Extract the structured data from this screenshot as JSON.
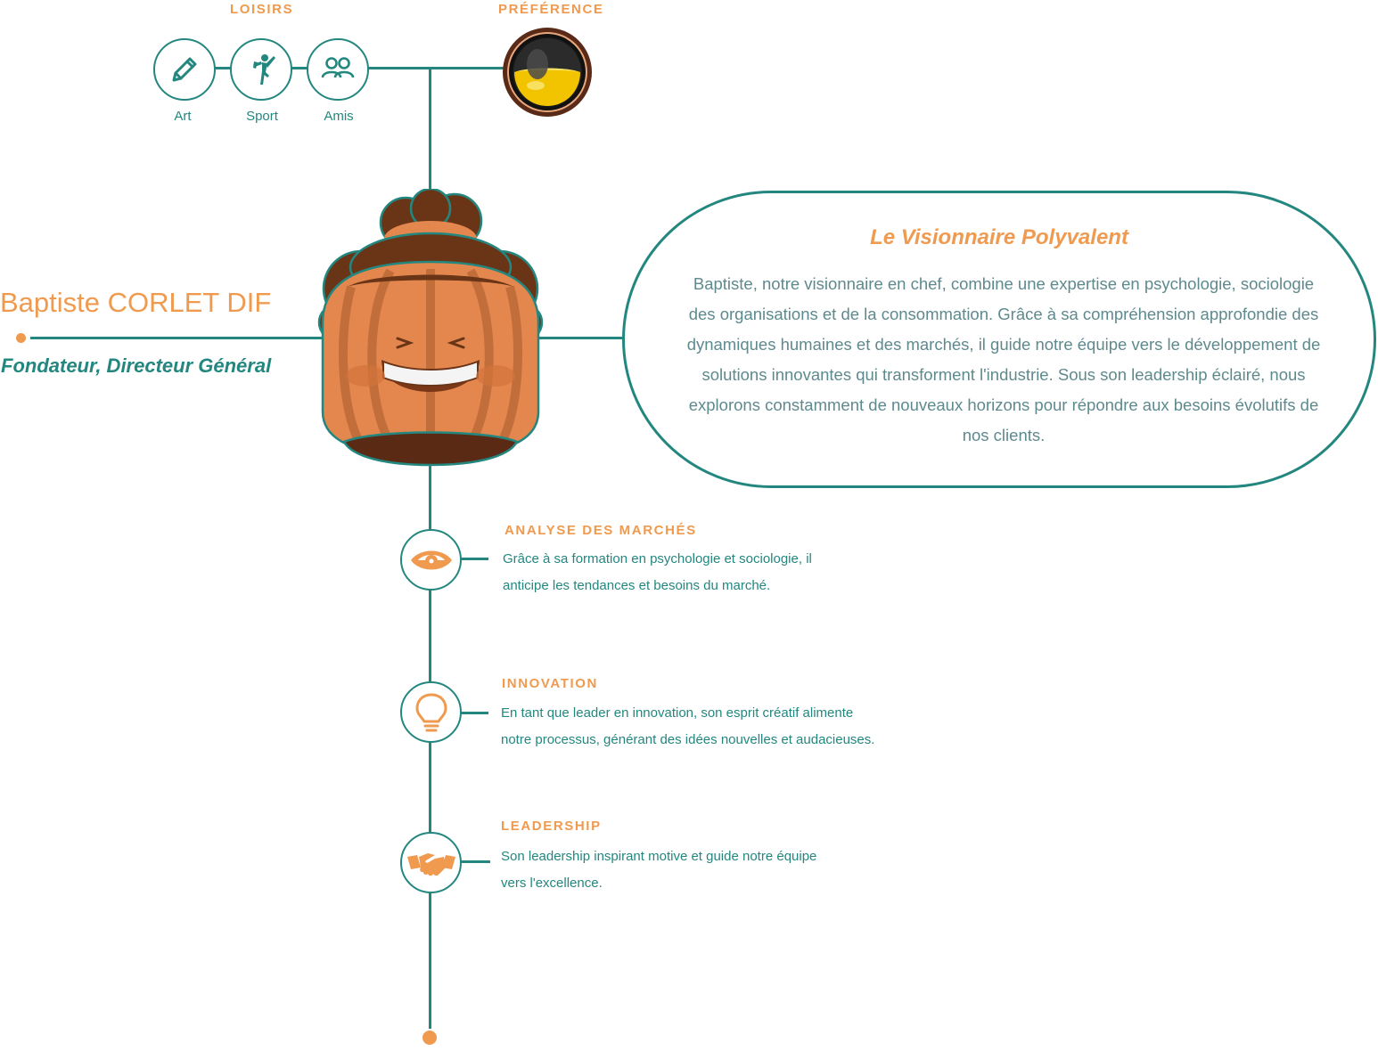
{
  "colors": {
    "teal": "#23877f",
    "orange": "#ef9a4f",
    "text_muted": "#5e8a8e"
  },
  "hobbies": {
    "title": "LOISIRS",
    "items": [
      {
        "label": "Art",
        "icon": "pencil-icon"
      },
      {
        "label": "Sport",
        "icon": "martial-arts-icon"
      },
      {
        "label": "Amis",
        "icon": "friends-icon"
      }
    ]
  },
  "preference": {
    "title": "PRÉFÉRENCE",
    "icon": "beer-glass-icon"
  },
  "person": {
    "name": "Baptiste CORLET DIF",
    "role": "Fondateur, Directeur Général",
    "avatar": "laughing-character-avatar"
  },
  "bio": {
    "title": "Le Visionnaire Polyvalent",
    "text": "Baptiste, notre visionnaire en chef, combine une expertise en psychologie, sociologie des organisations et de la consommation. Grâce à sa compréhension approfondie des dynamiques humaines et des marchés, il guide notre équipe vers le développement de solutions innovantes qui transforment l'industrie. Sous son leadership éclairé, nous explorons constamment de nouveaux horizons pour répondre aux besoins évolutifs de nos clients."
  },
  "skills": [
    {
      "title": "ANALYSE DES MARCHÉS",
      "icon": "eye-icon",
      "line1": "Grâce à sa formation en psychologie et sociologie, il",
      "line2": "anticipe les tendances et besoins du marché."
    },
    {
      "title": "INNOVATION",
      "icon": "lightbulb-icon",
      "line1": "En tant que leader en innovation, son esprit créatif alimente",
      "line2": "notre processus, générant des idées nouvelles et audacieuses."
    },
    {
      "title": "LEADERSHIP",
      "icon": "handshake-icon",
      "line1": "Son leadership inspirant motive et guide notre équipe",
      "line2": "vers l'excellence."
    }
  ]
}
